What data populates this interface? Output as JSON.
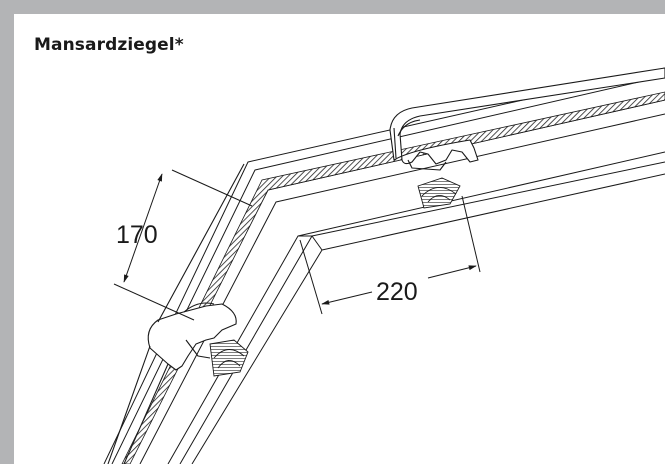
{
  "title": "Mansardziegel*",
  "dimensions": {
    "height": "170",
    "width": "220"
  }
}
